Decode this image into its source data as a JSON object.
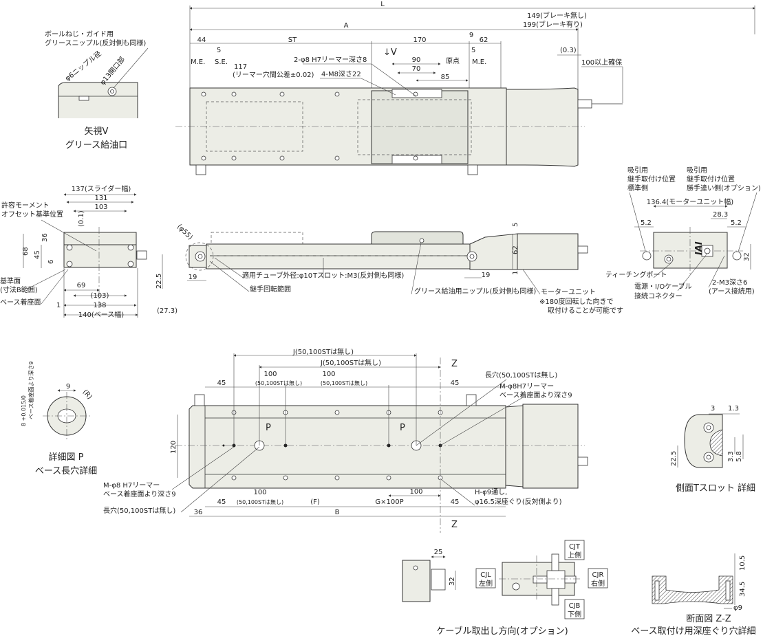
{
  "top_view": {
    "L": "L",
    "no_brake": "149(ブレーキ無し)",
    "with_brake": "199(ブレーキ有り)",
    "A": "A",
    "d44": "44",
    "ST": "ST",
    "d170": "170",
    "d9": "9",
    "d62": "62",
    "d5_left": "5",
    "d5_right": "5",
    "me_left": "M.E.",
    "se": "S.E.",
    "me_right": "M.E.",
    "origin": "原点",
    "d117": "117",
    "reamer_tol": "(リーマー穴間公差±0.02)",
    "reamer_hole": "2-φ8 H7リーマー深さ8",
    "tap_hole": "4-M8深さ22",
    "view_v": "↓V",
    "d90": "90",
    "d70": "70",
    "d85": "85",
    "d03": "(0.3)",
    "cable_clearance": "100以上確保"
  },
  "view_v": {
    "label1": "ボールねじ・ガイド用",
    "label2": "グリースニップル(反対側も同様)",
    "opening": "φ13開口部",
    "nipple": "φ6ニップル径",
    "title1": "矢視V",
    "title2": "グリース給油口"
  },
  "end_view": {
    "slider_width": "137(スライダー幅)",
    "d131": "131",
    "d103": "103",
    "moment1": "許容モーメント",
    "moment2": "オフセット基準位置",
    "d01": "(0.1)",
    "d68": "68",
    "d36": "36",
    "d45": "45",
    "d6": "6",
    "ref1": "基準面",
    "ref2": "(寸法B範囲)",
    "base_seat": "ベース着座面",
    "d69": "69",
    "d103p": "(103)",
    "d138": "138",
    "d1": "1",
    "base_width": "140(ベース幅)",
    "d225": "22.5",
    "d273": "(27.3)"
  },
  "side_view": {
    "d55": "(φ55)",
    "d19_left": "19",
    "d19_right": "19",
    "tube": "適用チューブ外径:φ10",
    "tslot": "Tスロット:M3(反対側も同様)",
    "joint_range": "継手回転範囲",
    "grease": "グリース給油用ニップル(反対側も同様)",
    "motor_unit": "モーターユニット",
    "note1": "※180度回転した向きで",
    "note2": "取付けることが可能です",
    "d5": "5",
    "d62": "62",
    "d1": "1"
  },
  "motor_end_view": {
    "std1": "吸引用",
    "std2": "継手取付け位置",
    "std3": "標準側",
    "opt1": "吸引用",
    "opt2": "継手取付け位置",
    "opt3": "勝手違い側(オプション)",
    "width": "136.4(モーターユニット幅)",
    "d283": "28.3",
    "d52_left": "5.2",
    "d52_right": "5.2",
    "d32": "32",
    "teaching": "ティーチングポート",
    "power1": "電源・I/Oケーブル",
    "power2": "接続コネクター",
    "earth1": "2-M3深さ6",
    "earth2": "(アース接続用)",
    "logo": "IAI"
  },
  "bottom_view": {
    "J1": "J(50,100STは無し)",
    "J2": "J(50,100STは無し)",
    "z_top": "Z",
    "z_bottom": "Z",
    "t100a": "100",
    "t100a_note": "(50,100STは無し)",
    "t100b": "100",
    "t100b_note": "(50,100STは無し)",
    "t45_left": "45",
    "t45_right": "45",
    "slot_right": "長穴(50,100STは無し)",
    "reamer_right1": "M-φ8H7リーマー",
    "reamer_right2": "ベース着座面より深さ9",
    "p_left": "P",
    "p_right": "P",
    "d120": "120",
    "reamer_left1": "M-φ8 H7リーマー",
    "reamer_left2": "ベース着座面より深さ9",
    "slot_left": "長穴(50,100STは無し)",
    "b45_left": "45",
    "b100": "100",
    "b100_note": "(50,100STは無し)",
    "F": "(F)",
    "G": "G×100P",
    "b100_right": "100",
    "b45_right": "45",
    "B": "B",
    "d36": "36",
    "h_hole1": "H-φ9通し,",
    "h_hole2": "φ16.5深座ぐり(反対側より)"
  },
  "detail_p": {
    "d9": "9",
    "R": "(R)",
    "tol": "8 +0.015/0",
    "depth": "ベース着座面より深さ9",
    "title1": "詳細図 P",
    "title2": "ベース長穴詳細"
  },
  "tslot_detail": {
    "d3": "3",
    "d13": "1.3",
    "d225": "22.5",
    "d33": "3.3",
    "d58": "5.8",
    "title": "側面Tスロット 詳細"
  },
  "cable_option": {
    "d25": "25",
    "d32": "32",
    "cjt": "CJT",
    "cjt_side": "上側",
    "cjl": "CJL",
    "cjl_side": "左側",
    "cjr": "CJR",
    "cjr_side": "右側",
    "cjb": "CJB",
    "cjb_side": "下側",
    "title": "ケーブル取出し方向(オプション)"
  },
  "section_zz": {
    "d105": "10.5",
    "d345": "34.5",
    "d9": "φ9",
    "title1": "断面図 Z-Z",
    "title2": "ベース取付け用深座ぐり穴詳細"
  }
}
